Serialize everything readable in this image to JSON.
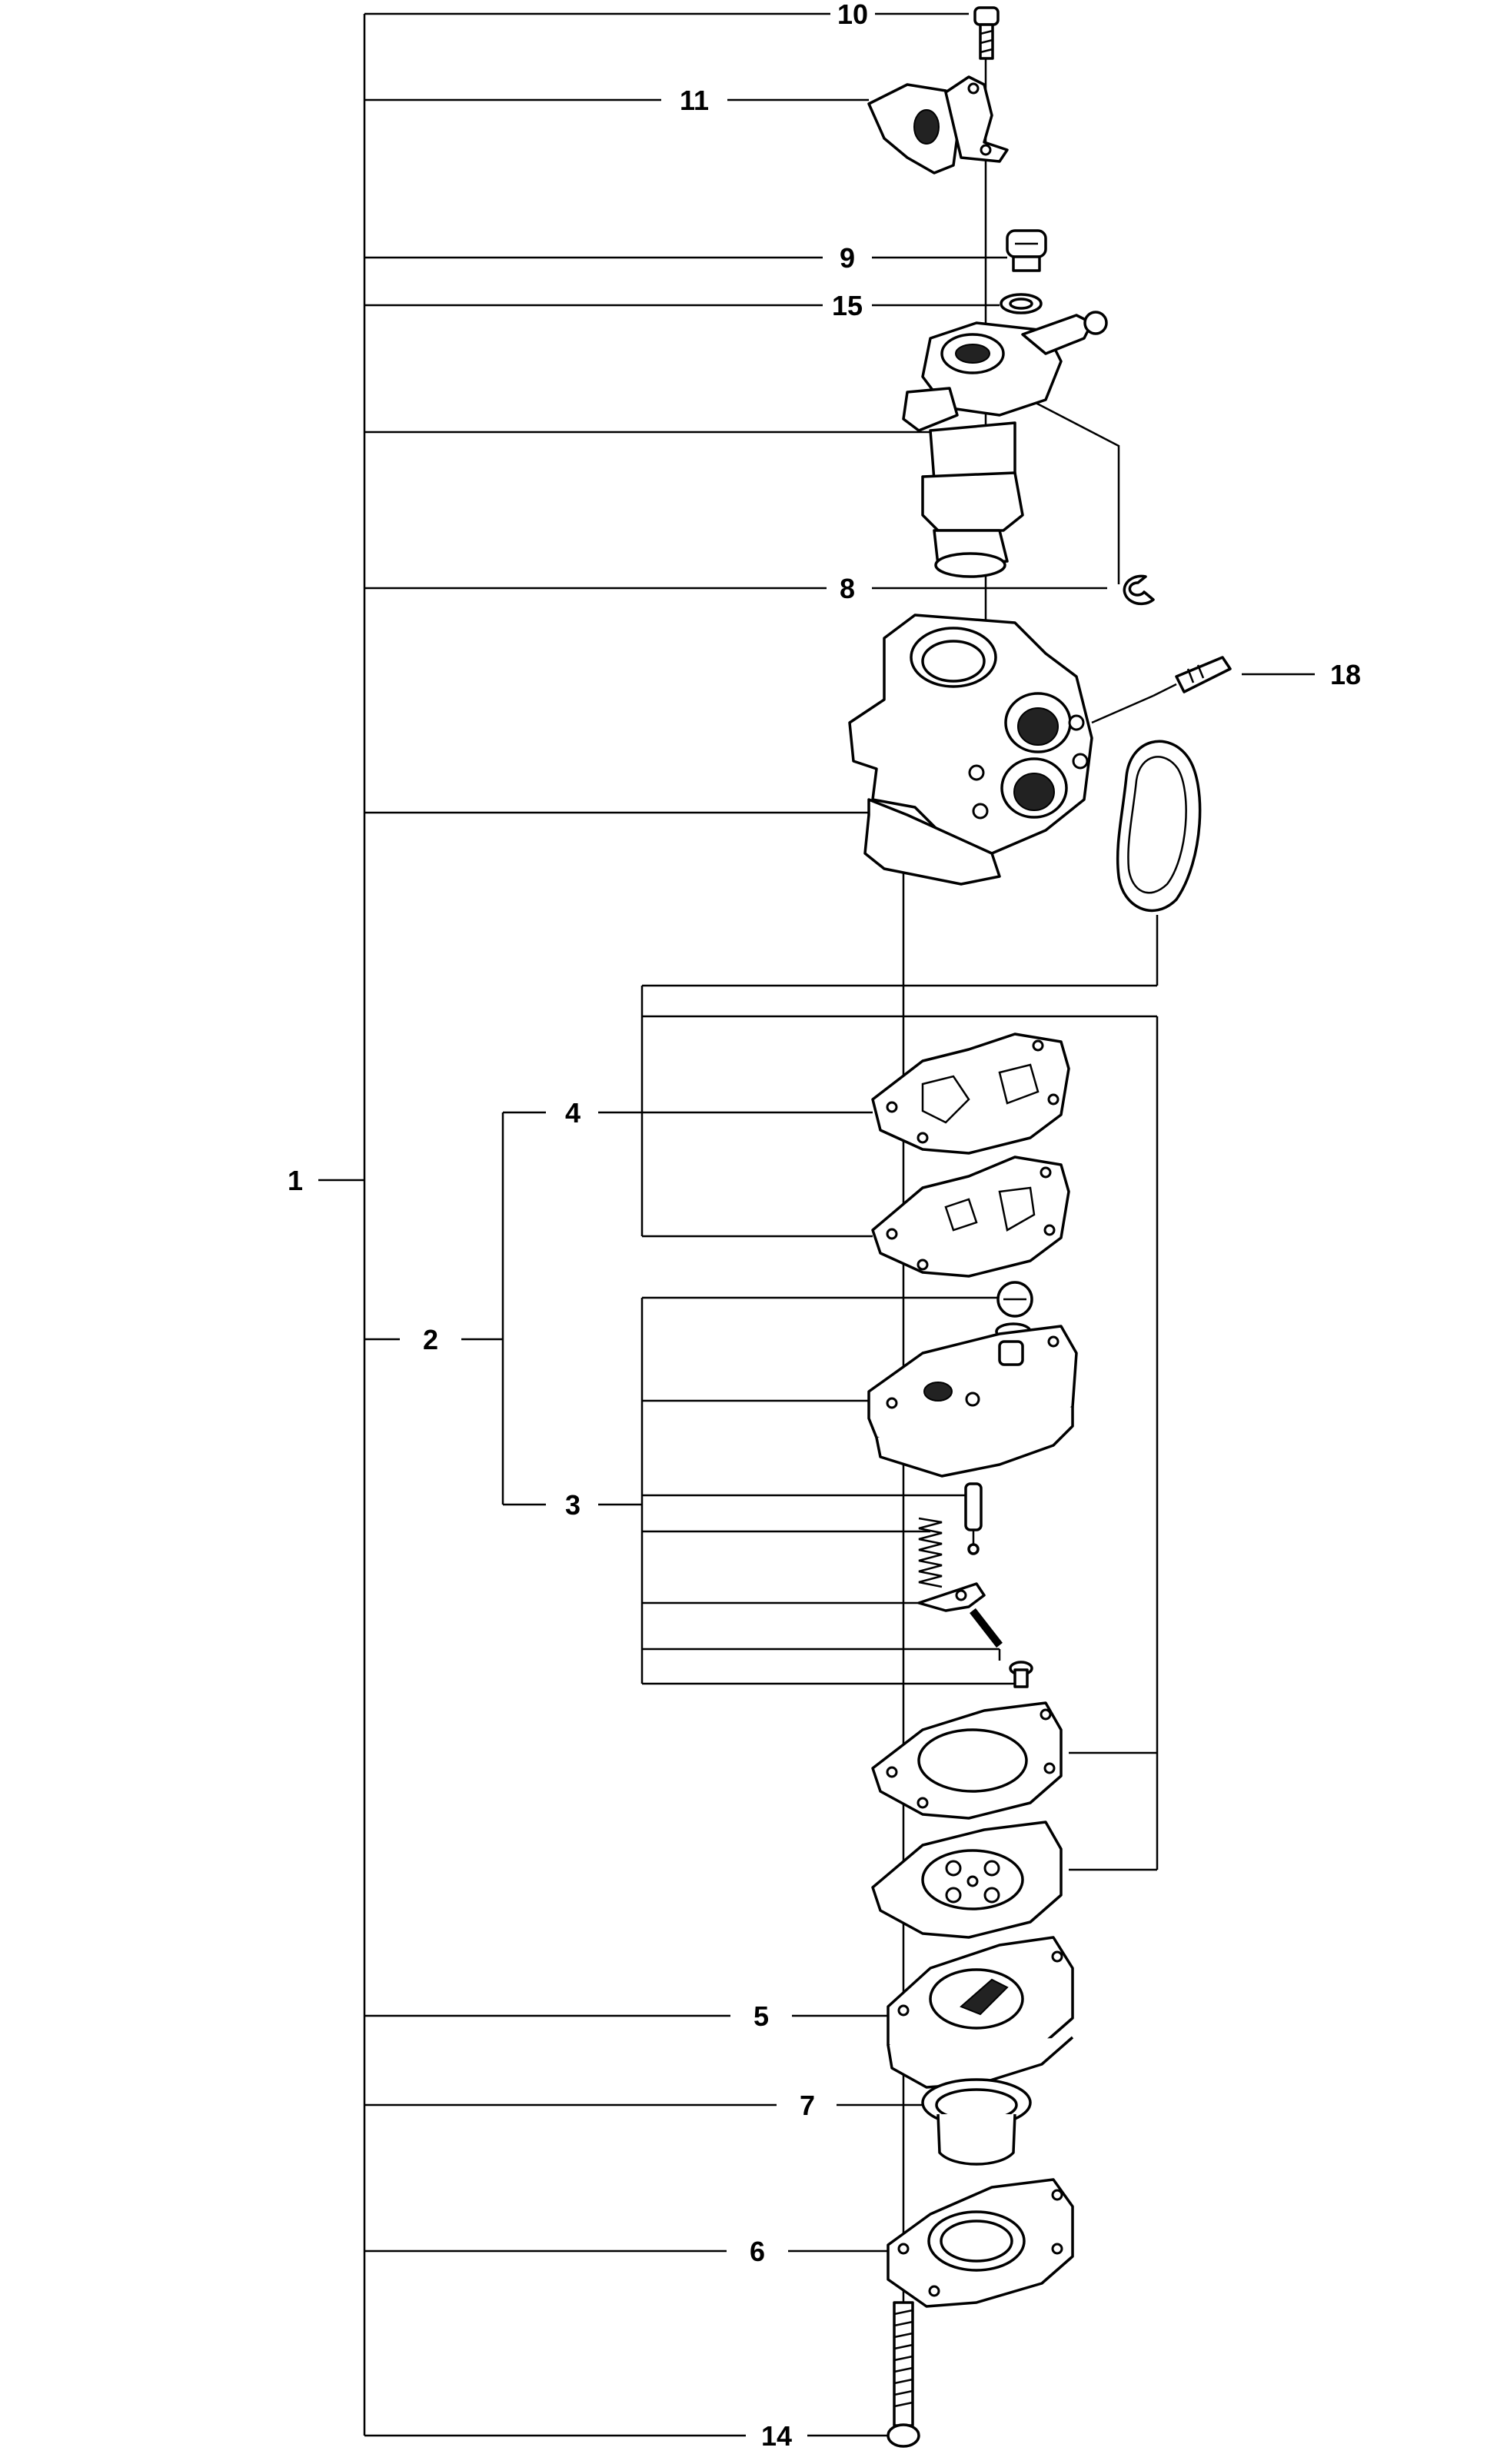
{
  "callouts": {
    "c1": "1",
    "c2": "2",
    "c3": "3",
    "c4": "4",
    "c5": "5",
    "c6": "6",
    "c7": "7",
    "c8": "8",
    "c9": "9",
    "c10": "10",
    "c11": "11",
    "c14": "14",
    "c15": "15",
    "c18": "18"
  }
}
